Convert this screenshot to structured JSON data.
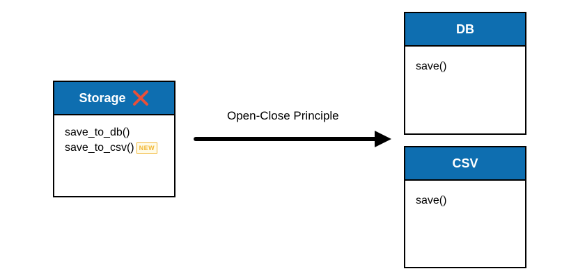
{
  "storage": {
    "title": "Storage",
    "methods": [
      "save_to_db()",
      "save_to_csv()"
    ],
    "new_badge": "NEW",
    "deprecated_icon": "red-cross-icon"
  },
  "arrow": {
    "label": "Open-Close Principle"
  },
  "db": {
    "title": "DB",
    "methods": [
      "save()"
    ]
  },
  "csv": {
    "title": "CSV",
    "methods": [
      "save()"
    ]
  },
  "colors": {
    "header": "#0e6eb0",
    "cross": "#e8503a",
    "badge": "#f2b632"
  }
}
